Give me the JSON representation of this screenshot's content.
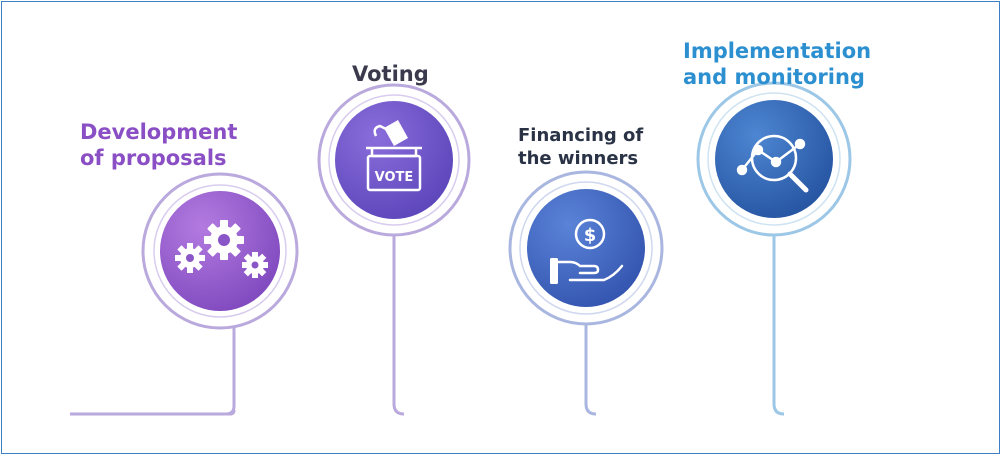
{
  "steps": [
    {
      "id": "development",
      "line1": "Development",
      "line2": "of proposals",
      "icon": "gears-icon",
      "color": "#8a4fc4"
    },
    {
      "id": "voting",
      "line1": "Voting",
      "icon": "ballot-box-icon",
      "icon_text": "VOTE",
      "color": "#3a3a4c"
    },
    {
      "id": "financing",
      "line1": "Financing of",
      "line2": "the winners",
      "icon": "hand-coin-icon",
      "color": "#2a3346"
    },
    {
      "id": "implementation",
      "line1": "Implementation",
      "line2": "and monitoring",
      "icon": "magnifier-chart-icon",
      "color": "#2c8fd0"
    }
  ],
  "colors": {
    "stem_light": "#b9a9dd",
    "circle_1": "#8a55c6",
    "circle_2": "#6a56c8",
    "circle_3": "#3f64c2",
    "circle_4": "#2f62b8",
    "frame": "#3d7fc4"
  }
}
